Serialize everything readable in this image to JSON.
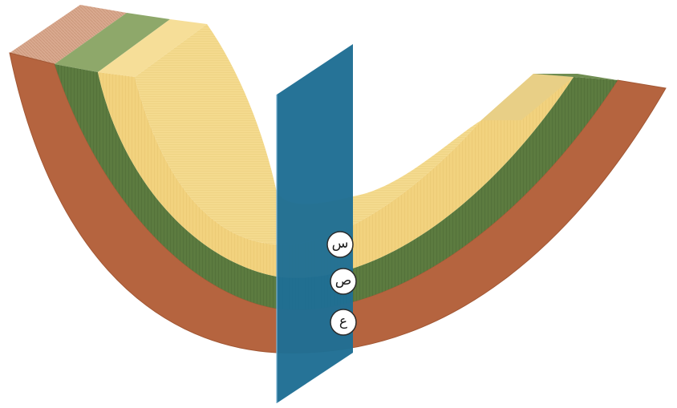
{
  "diagram": {
    "labels": {
      "s": "س",
      "sad": "ص",
      "ain": "ع"
    },
    "layers": [
      {
        "name": "sandstone-layer",
        "color": "#f2d27e"
      },
      {
        "name": "shale-layer",
        "color": "#5a7a3e"
      },
      {
        "name": "clay-layer",
        "color": "#b5643f"
      }
    ],
    "plane_color": "#1f6e94"
  }
}
